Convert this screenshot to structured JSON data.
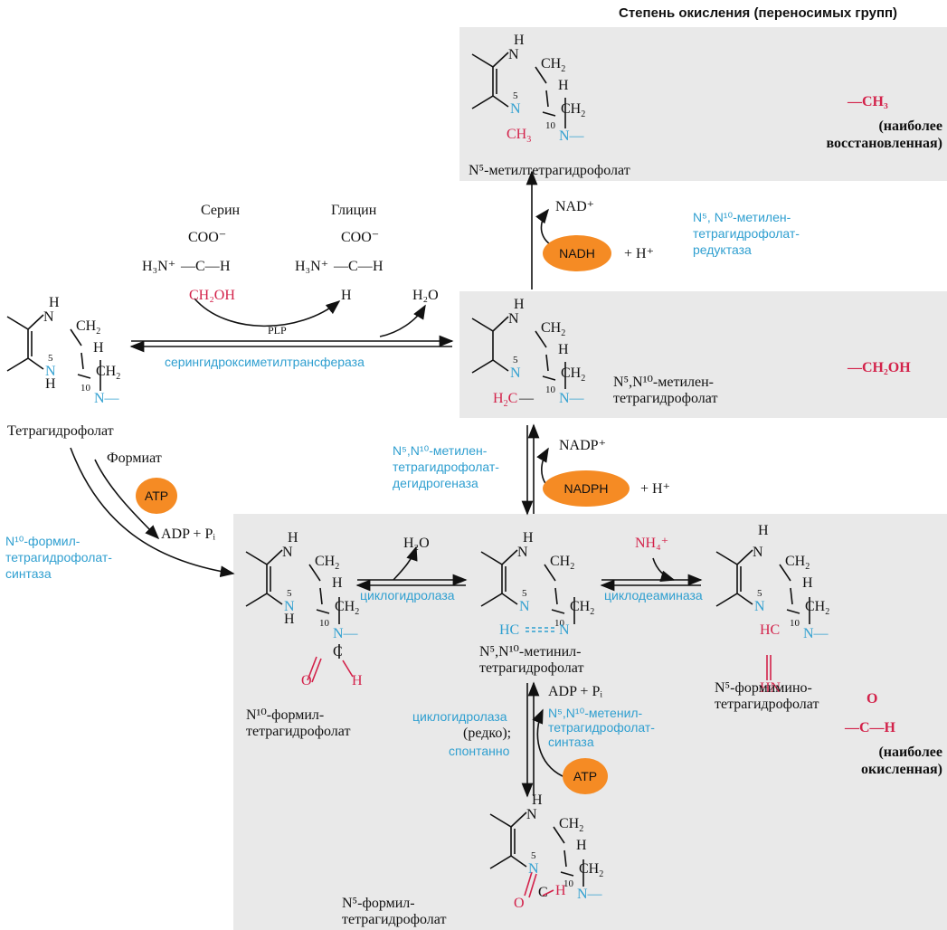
{
  "header": {
    "title": "Степень окисления (переносимых групп)"
  },
  "compounds": {
    "methyl": {
      "name": "N⁵-метилтетрагидрофолат",
      "group": "—CH₃",
      "note": "(наиболее восстановленная)"
    },
    "methylene": {
      "name1": "N⁵,N¹⁰-метилен-",
      "name2": "тетрагидрофолат",
      "group": "—CH₂OH"
    },
    "thf": {
      "name": "Тетрагидрофолат"
    },
    "formyl10": {
      "name1": "N¹⁰-формил-",
      "name2": "тетрагидрофолат"
    },
    "methenyl": {
      "name1": "N⁵,N¹⁰-метинил-",
      "name2": "тетрагидрофолат"
    },
    "formimino": {
      "name1": "N⁵-формимино-",
      "name2": "тетрагидрофолат",
      "group": "—C—H",
      "note": "(наиболее окисленная)"
    },
    "formyl5": {
      "name1": "N⁵-формил-",
      "name2": "тетрагидрофолат"
    }
  },
  "reagents": {
    "serine": "Серин",
    "glycine": "Глицин",
    "coo": "COO⁻",
    "h3n": "H₃N⁺",
    "h": "H",
    "ch2oh": "CH₂OH",
    "h2o": "H₂O",
    "plp": "PLP",
    "formate": "Формиат",
    "atp": "ATP",
    "adp": "ADP + Pᵢ",
    "nad": "NAD⁺",
    "nadh": "NADH",
    "hplus": "+ H⁺",
    "nadp": "NADP⁺",
    "nadph": "NADPH",
    "nh4": "NH₄⁺",
    "rare": "(редко);"
  },
  "enzymes": {
    "shmt": "серингидроксиметилтрансфераза",
    "mthfr": [
      "N⁵, N¹⁰-метилен-",
      "тетрагидрофолат-",
      "редуктаза"
    ],
    "mthfd": [
      "N⁵,N¹⁰-метилен-",
      "тетрагидрофолат-",
      "дегидрогеназа"
    ],
    "fthfs": [
      "N¹⁰-формил-",
      "тетрагидрофолат-",
      "синтаза"
    ],
    "cyclohydrolase": "циклогидролаза",
    "cyclodeaminase": "циклодеаминаза",
    "spont": "спонтанно",
    "mtfs": [
      "N⁵,N¹⁰-метенил-",
      "тетрагидрофолат-",
      "синтаза"
    ]
  }
}
